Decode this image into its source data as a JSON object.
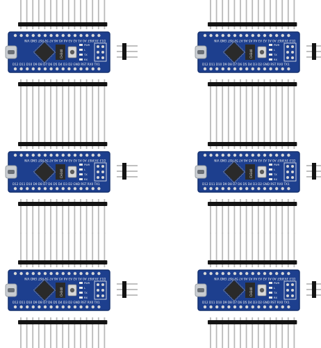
{
  "image": {
    "subject": "6 Arduino Nano compatible boards with USB-C and separate pin headers",
    "board_count": 6,
    "colors": {
      "background": "#ffffff",
      "pcb": "#1d3f8e",
      "pcb_edge": "#14306f",
      "chip": "#2a2a2a",
      "pin": "#b9b9b9",
      "header_plastic": "#141414",
      "usb": "#c9cdd2",
      "pad": "#d6d6d6",
      "silk": "#f2f2f2"
    },
    "silkscreen_top": "D13 3V3REF A0 A1 A2 A3 A4 A5 A6 A7 5V RST GND VIN",
    "silkscreen_bottom": "D12 D11 D10 D9 D8 D7 D6 D5 D4 D3 D2 GND RST RX0 TX1",
    "chip_label": "CH340",
    "led_labels": [
      "PWR",
      "L",
      "TX",
      "RX"
    ],
    "boards": [
      {
        "name": "board-top-left"
      },
      {
        "name": "board-top-right"
      },
      {
        "name": "board-middle-left"
      },
      {
        "name": "board-middle-right"
      },
      {
        "name": "board-bottom-left"
      },
      {
        "name": "board-bottom-right"
      }
    ]
  }
}
